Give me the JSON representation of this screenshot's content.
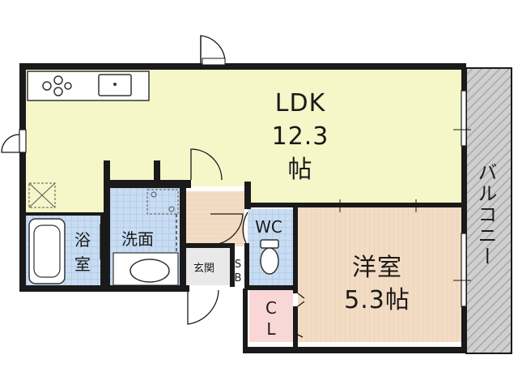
{
  "rooms": {
    "ldk": {
      "name": "LDK",
      "area": "12.3",
      "unit": "帖"
    },
    "western": {
      "name": "洋室",
      "area": "5.3帖"
    },
    "bath": {
      "line1": "浴",
      "line2": "室"
    },
    "washroom": {
      "name": "洗面"
    },
    "wc": {
      "name": "WC"
    },
    "entrance": {
      "name": "玄関"
    },
    "shoebox": {
      "line1": "S",
      "line2": "B"
    },
    "closet": {
      "line1": "C",
      "line2": "L"
    },
    "balcony": {
      "name": "バルコニー"
    }
  },
  "colors": {
    "ldk_floor": "#f6f7c8",
    "western_floor": "#f3dcc4",
    "tile_floor": "#c8dcf2",
    "closet_floor": "#f9d7d7",
    "balcony_floor": "#c9c9c9",
    "wall": "#1a1a1a"
  }
}
